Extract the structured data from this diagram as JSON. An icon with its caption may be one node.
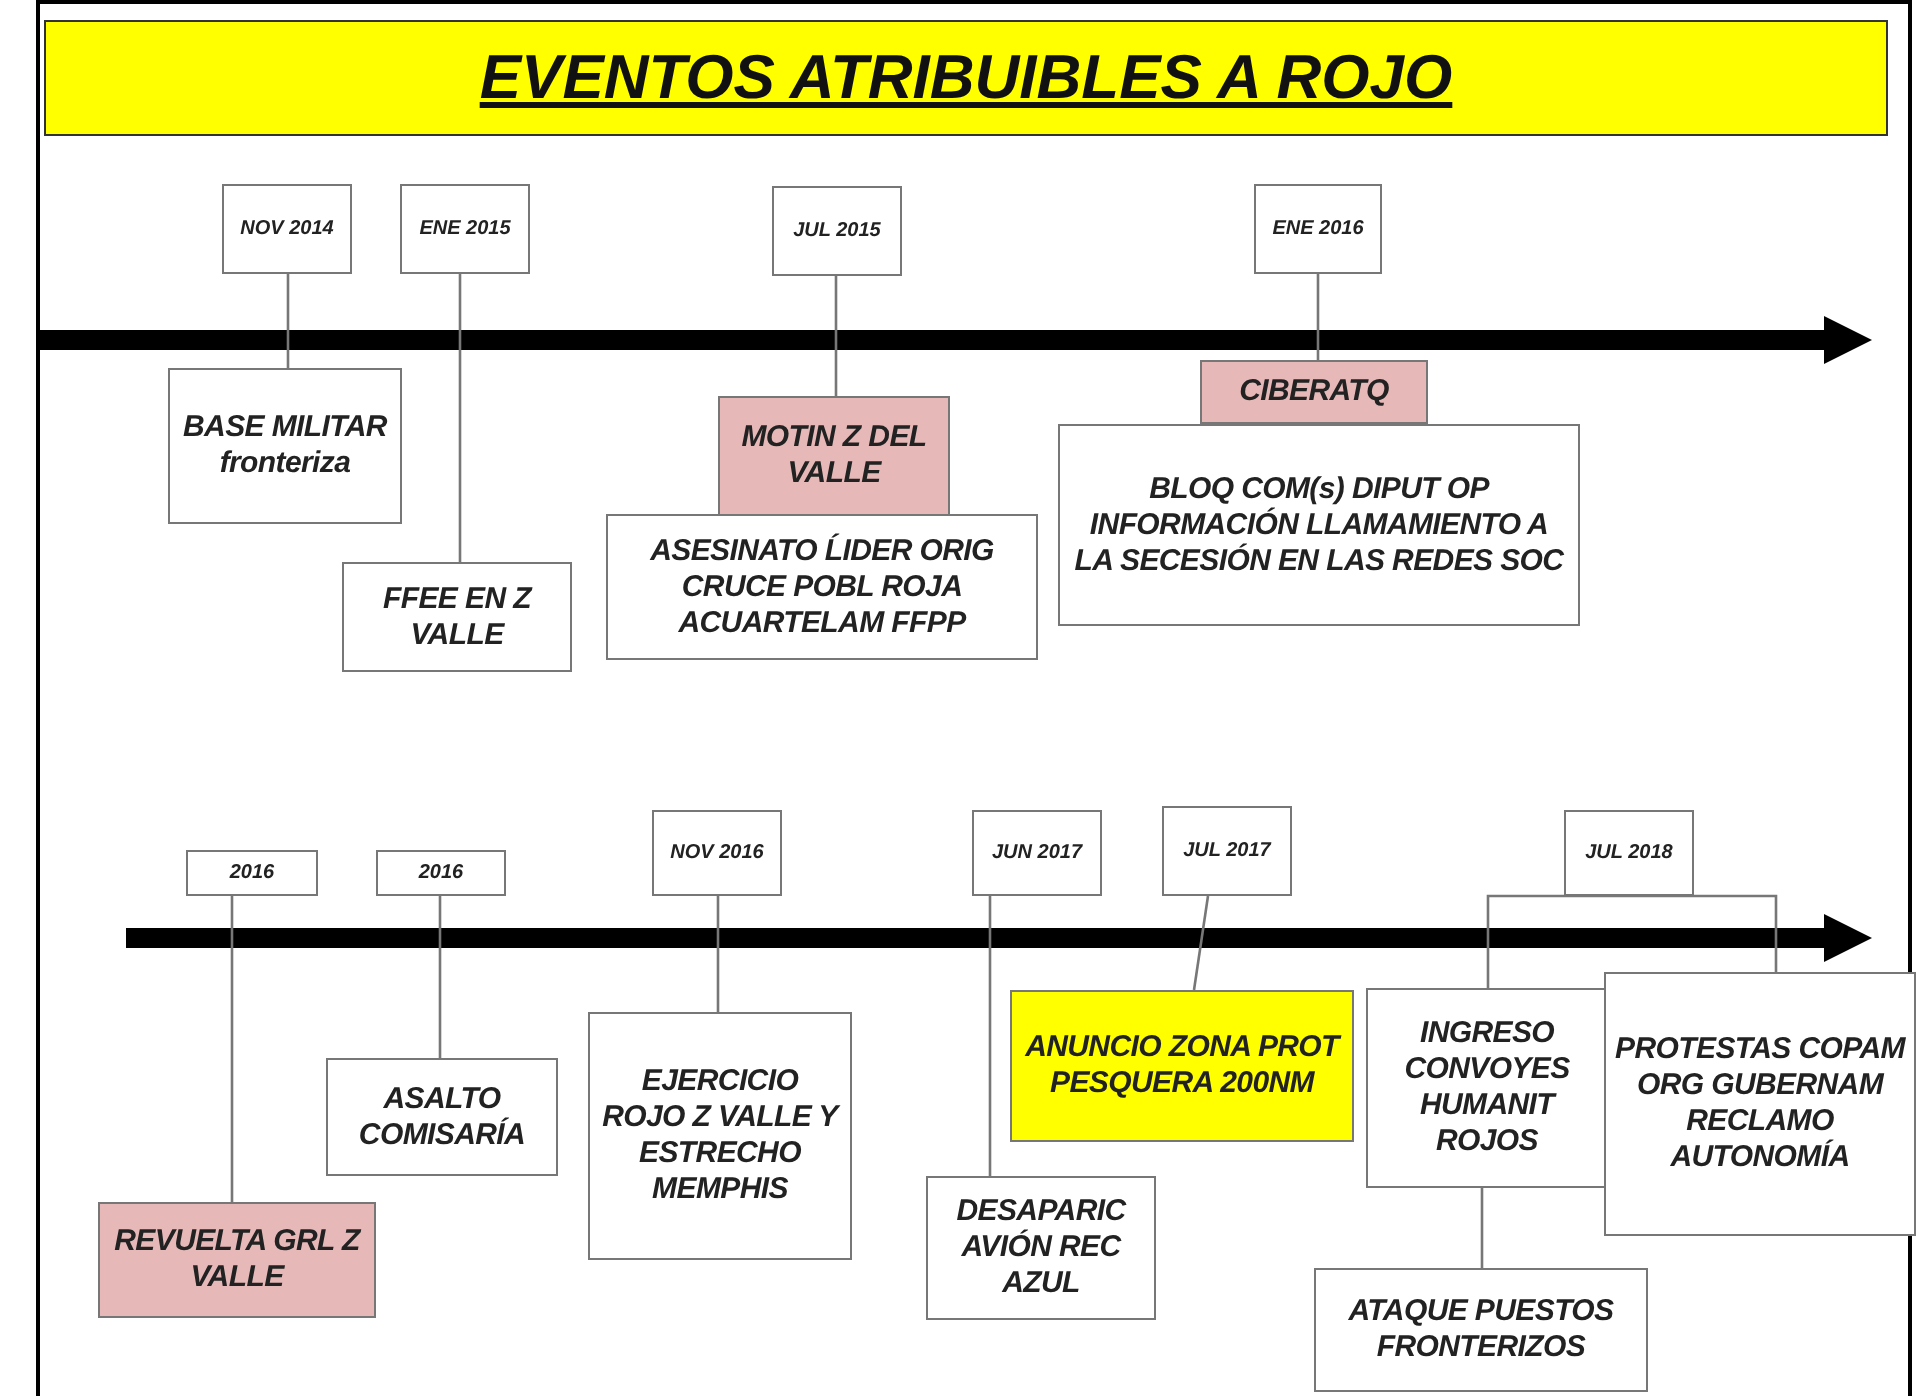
{
  "diagram": {
    "title": "EVENTOS ATRIBUIBLES A ROJO",
    "nodes": [
      {
        "text": [
          "NOV 2014"
        ]
      },
      {
        "text": [
          "ENE 2015"
        ]
      },
      {
        "text": [
          "JUL 2015"
        ]
      },
      {
        "text": [
          "ENE 2016"
        ]
      },
      {
        "text": [
          "BASE MILITAR fronteriza"
        ]
      },
      {
        "text": [
          "MOTIN Z DEL VALLE"
        ]
      },
      {
        "text": [
          "CIBERATQ"
        ]
      },
      {
        "text": [
          "BLOQ COM(s) DIPUT OP INFORMACIÓN LLAMAMIENTO A LA SECESIÓN EN LAS REDES SOC"
        ]
      },
      {
        "text": [
          "ASESINATO ĹIDER ORIG CRUCE POBL ROJA ACUARTELAM FFPP"
        ]
      },
      {
        "text": [
          "FFEE EN Z VALLE"
        ]
      },
      {
        "text": [
          "2016"
        ]
      },
      {
        "text": [
          "2016"
        ]
      },
      {
        "text": [
          "NOV 2016"
        ]
      },
      {
        "text": [
          "JUN 2017"
        ]
      },
      {
        "text": [
          "JUL 2017"
        ]
      },
      {
        "text": [
          "JUL 2018"
        ]
      },
      {
        "text": [
          "ASALTO COMISARÍA"
        ]
      },
      {
        "text": [
          "EJERCICIO ROJO Z VALLE Y ESTRECHO MEMPHIS"
        ]
      },
      {
        "text": [
          "ANUNCIO ZONA PROT PESQUERA 200NM"
        ]
      },
      {
        "text": [
          "INGRESO CONVOYES HUMANIT ROJOS"
        ]
      },
      {
        "text": [
          "PROTESTAS COPAM ORG GUBERNAM RECLAMO AUTONOMÍA"
        ]
      },
      {
        "text": [
          "REVUELTA GRL Z VALLE"
        ]
      },
      {
        "text": [
          "DESAPARIC AVIÓN REC AZUL"
        ]
      },
      {
        "text": [
          "ATAQUE PUESTOS FRONTERIZOS"
        ]
      }
    ],
    "edges": [
      {
        "from": 0,
        "to": 4,
        "arrow": "none"
      },
      {
        "from": 1,
        "to": 9,
        "arrow": "none"
      },
      {
        "from": 2,
        "to": 5,
        "arrow": "none"
      },
      {
        "from": 3,
        "to": 6,
        "arrow": "none"
      },
      {
        "from": 10,
        "to": 21,
        "arrow": "none"
      },
      {
        "from": 11,
        "to": 16,
        "arrow": "none"
      },
      {
        "from": 12,
        "to": 17,
        "arrow": "none"
      },
      {
        "from": 13,
        "to": 22,
        "arrow": "none"
      },
      {
        "from": 14,
        "to": 18,
        "arrow": "none"
      },
      {
        "from": 15,
        "to": 19,
        "arrow": "none"
      },
      {
        "from": 15,
        "to": 20,
        "arrow": "none"
      },
      {
        "from": 19,
        "to": 23,
        "arrow": "none"
      }
    ]
  }
}
